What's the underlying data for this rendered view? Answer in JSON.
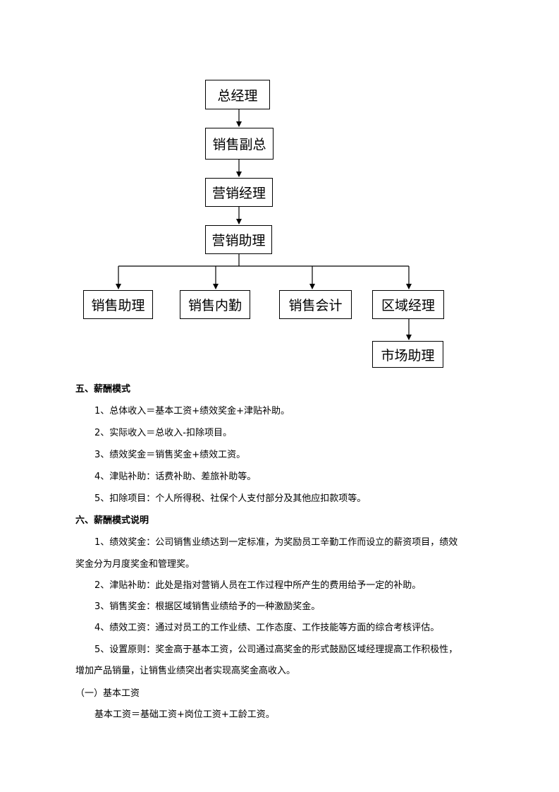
{
  "org_chart": {
    "general_manager": "总经理",
    "sales_vp": "销售副总",
    "marketing_manager": "营销经理",
    "marketing_assistant": "营销助理",
    "sales_assistant": "销售助理",
    "sales_office": "销售内勤",
    "sales_accounting": "销售会计",
    "regional_manager": "区域经理",
    "market_assistant": "市场助理"
  },
  "section5": {
    "heading": "五、薪酬模式",
    "items": [
      "1、总体收入＝基本工资+绩效奖金+津贴补助。",
      "2、实际收入＝总收入-扣除项目。",
      "3、绩效奖金＝销售奖金+绩效工资。",
      "4、津贴补助：话费补助、差旅补助等。",
      "5、扣除项目：个人所得税、社保个人支付部分及其他应扣款项等。"
    ]
  },
  "section6": {
    "heading": "六、薪酬模式说明",
    "item1_line1": "1、绩效奖金：公司销售业绩达到一定标准，为奖励员工辛勤工作而设立的薪资项目，绩效",
    "item1_line2": "奖金分为月度奖金和管理奖。",
    "item2": "2、津贴补助：此处是指对营销人员在工作过程中所产生的费用给予一定的补助。",
    "item3": "3、销售奖金：根据区域销售业绩给予的一种激励奖金。",
    "item4": "4、绩效工资：通过对员工的工作业绩、工作态度、工作技能等方面的综合考核评估。",
    "item5_line1": "5、设置原则：奖金高于基本工资，公司通过高奖金的形式鼓励区域经理提高工作积极性，",
    "item5_line2": "增加产品销量，让销售业绩突出者实现高奖金高收入。"
  },
  "subsection1": {
    "heading": "（一）基本工资",
    "formula": "基本工资＝基础工资+岗位工资+工龄工资。"
  }
}
